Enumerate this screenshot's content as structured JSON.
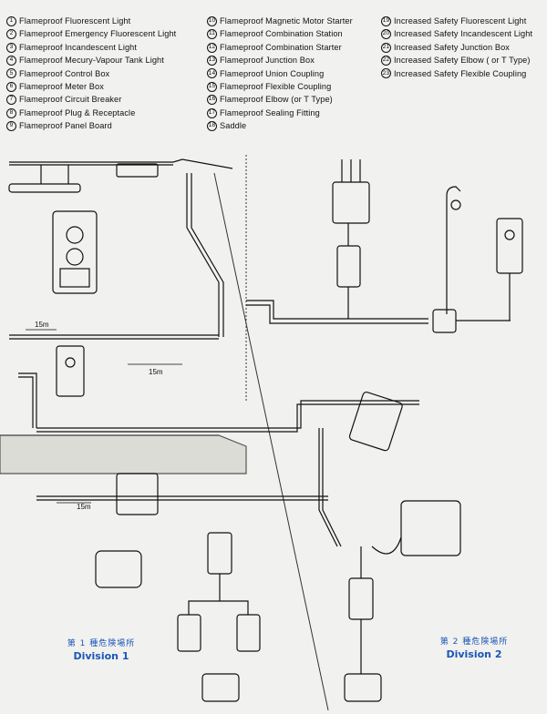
{
  "legend": {
    "col1": [
      {
        "n": "1",
        "label": "Flameproof Fluorescent Light"
      },
      {
        "n": "2",
        "label": "Flameproof Emergency Fluorescent Light"
      },
      {
        "n": "3",
        "label": "Flameproof Incandescent Light"
      },
      {
        "n": "4",
        "label": "Flameproof Mecury-Vapour Tank Light"
      },
      {
        "n": "5",
        "label": "Flameproof Control Box"
      },
      {
        "n": "6",
        "label": "Flameproof Meter Box"
      },
      {
        "n": "7",
        "label": "Flameproof Circuit Breaker"
      },
      {
        "n": "8",
        "label": "Flameproof Plug & Receptacle"
      },
      {
        "n": "9",
        "label": "Flameproof Panel Board"
      }
    ],
    "col2": [
      {
        "n": "10",
        "label": "Flameproof Magnetic Motor Starter"
      },
      {
        "n": "11",
        "label": "Flameproof Combination Station"
      },
      {
        "n": "12",
        "label": "Flameproof Combination Starter"
      },
      {
        "n": "13",
        "label": "Flameproof Junction Box"
      },
      {
        "n": "14",
        "label": "Flameproof Union Coupling"
      },
      {
        "n": "15",
        "label": "Flameproof Flexible Coupling"
      },
      {
        "n": "16",
        "label": "Flameproof Elbow (or T Type)"
      },
      {
        "n": "17",
        "label": "Flameproof Sealing Fitting"
      },
      {
        "n": "18",
        "label": "Saddle"
      }
    ],
    "col3": [
      {
        "n": "19",
        "label": "Increased Safety Fluorescent Light"
      },
      {
        "n": "20",
        "label": "Increased Safety Incandescent Light"
      },
      {
        "n": "21",
        "label": "Increased Safety Junction Box"
      },
      {
        "n": "22",
        "label": "Increased Safety Elbow ( or T Type)"
      },
      {
        "n": "23",
        "label": "Increased Safety Flexible Coupling"
      }
    ]
  },
  "measurements": {
    "m1": "15m",
    "m2": "15m",
    "m3": "15m"
  },
  "division1": {
    "jp": "第 1 種危険場所",
    "en": "Division 1"
  },
  "division2": {
    "jp": "第 2 種危険場所",
    "en": "Division 2"
  },
  "colors": {
    "ink": "#111111",
    "division_label": "#1a56b8",
    "background": "#f1f1ef",
    "slab": "#dcdcd6"
  }
}
